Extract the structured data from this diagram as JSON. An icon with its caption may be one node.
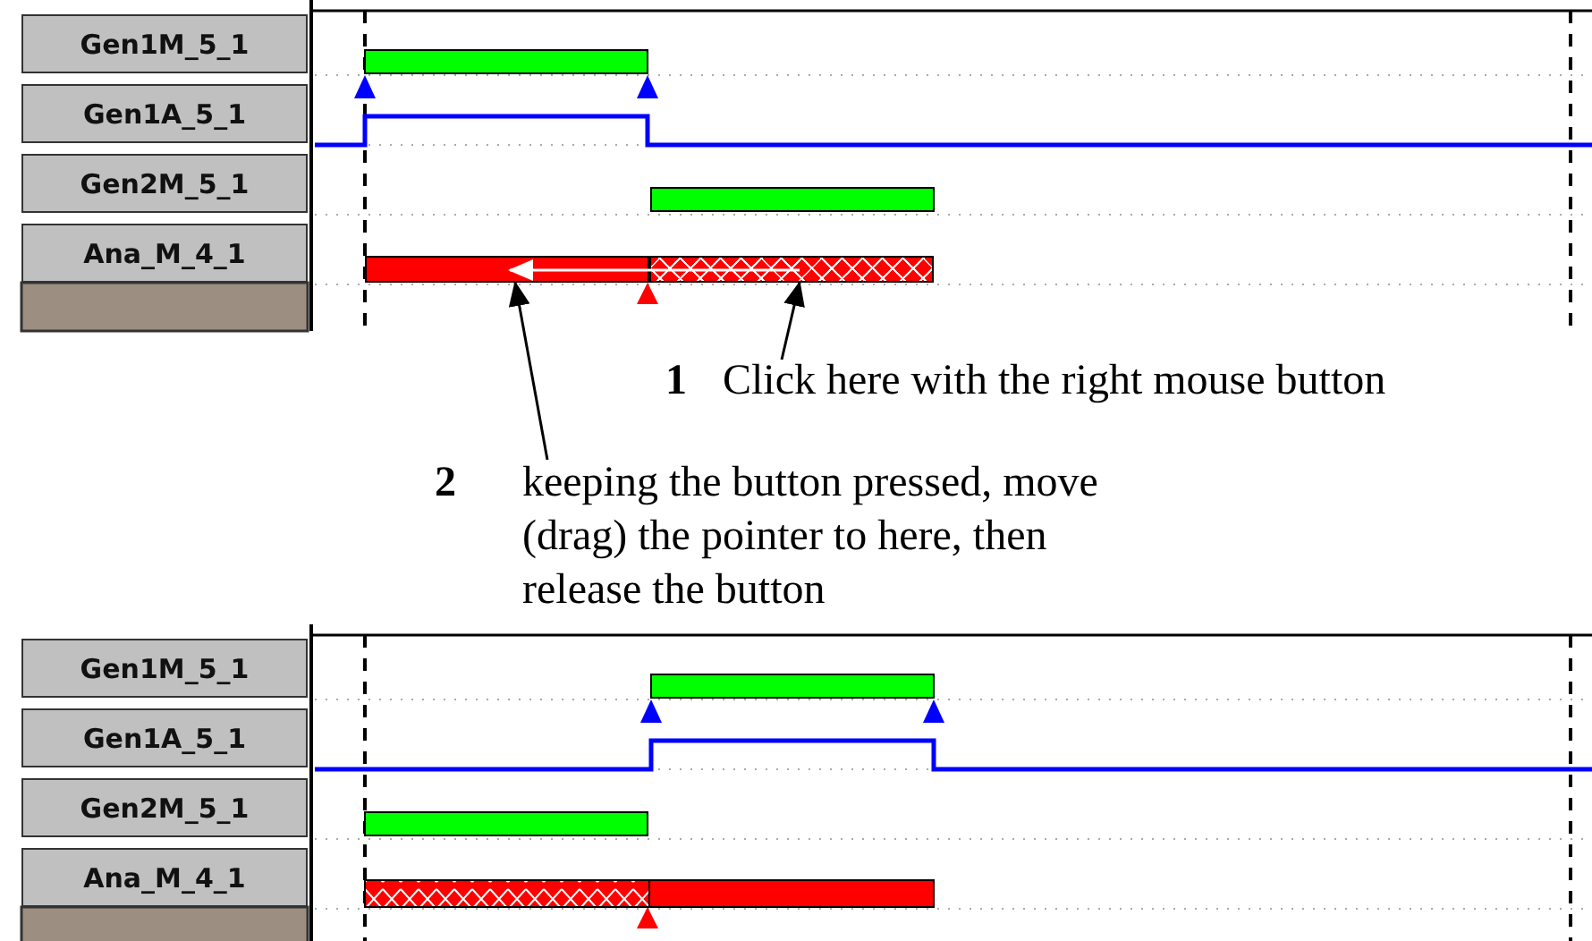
{
  "diagram": {
    "nodes": [
      {
        "text": [
          "Gen1M_5_1"
        ]
      },
      {
        "text": [
          "Gen1A_5_1"
        ]
      },
      {
        "text": [
          "Gen2M_5_1"
        ]
      },
      {
        "text": [
          "Ana_M_4_1"
        ]
      },
      {
        "text": [],
        "shape": "bar"
      },
      {
        "text": [],
        "shape": "bar"
      },
      {
        "text": [
          "1",
          "Click here with the right mouse button"
        ]
      },
      {
        "text": [
          "2",
          "keeping the button pressed, move (drag) the pointer to here, then release the button"
        ]
      },
      {
        "text": [
          "Gen1M_5_1"
        ]
      },
      {
        "text": [
          "Gen1A_5_1"
        ]
      },
      {
        "text": [
          "Gen2M_5_1"
        ]
      },
      {
        "text": [
          "Ana_M_4_1"
        ]
      }
    ],
    "edges": [
      {
        "from": 6,
        "to": 5,
        "arrow": "to"
      },
      {
        "from": 7,
        "to": 4,
        "arrow": "to"
      },
      {
        "from": 5,
        "to": 4,
        "arrow": "to",
        "color": "#ffffff"
      }
    ]
  }
}
